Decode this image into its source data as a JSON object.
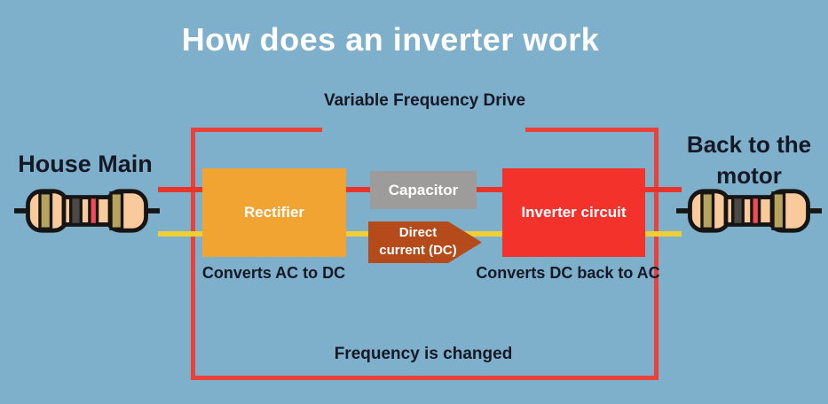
{
  "title": "How does an inverter work",
  "vfd": {
    "label": "Variable Frequency Drive",
    "footer": "Frequency is changed"
  },
  "house": {
    "label": "House Main"
  },
  "motor": {
    "line1": "Back to the",
    "line2": "motor"
  },
  "blocks": {
    "rectifier": {
      "label": "Rectifier",
      "caption": "Converts AC to DC"
    },
    "capacitor": {
      "label": "Capacitor"
    },
    "dc_arrow": {
      "line1": "Direct",
      "line2": "current (DC)"
    },
    "inverter": {
      "label": "Inverter circuit",
      "caption": "Converts DC back to AC"
    }
  },
  "colors": {
    "background": "#7EB0CC",
    "frame_red": "#EA423B",
    "wire_red": "#E8352C",
    "wire_yellow": "#EFCF35",
    "rectifier_orange": "#F2A432",
    "capacitor_gray": "#9D9C9B",
    "inverter_red": "#F2322B",
    "arrow_rust": "#B54B1B",
    "text_dark": "#151825",
    "text_white": "#FFFFFF",
    "resistor_body": "#F8CA9C",
    "resistor_outline": "#161514",
    "resistor_band_khaki": "#B5A35E",
    "resistor_band_gray": "#4A4947",
    "resistor_band_red": "#EF4B5B"
  }
}
